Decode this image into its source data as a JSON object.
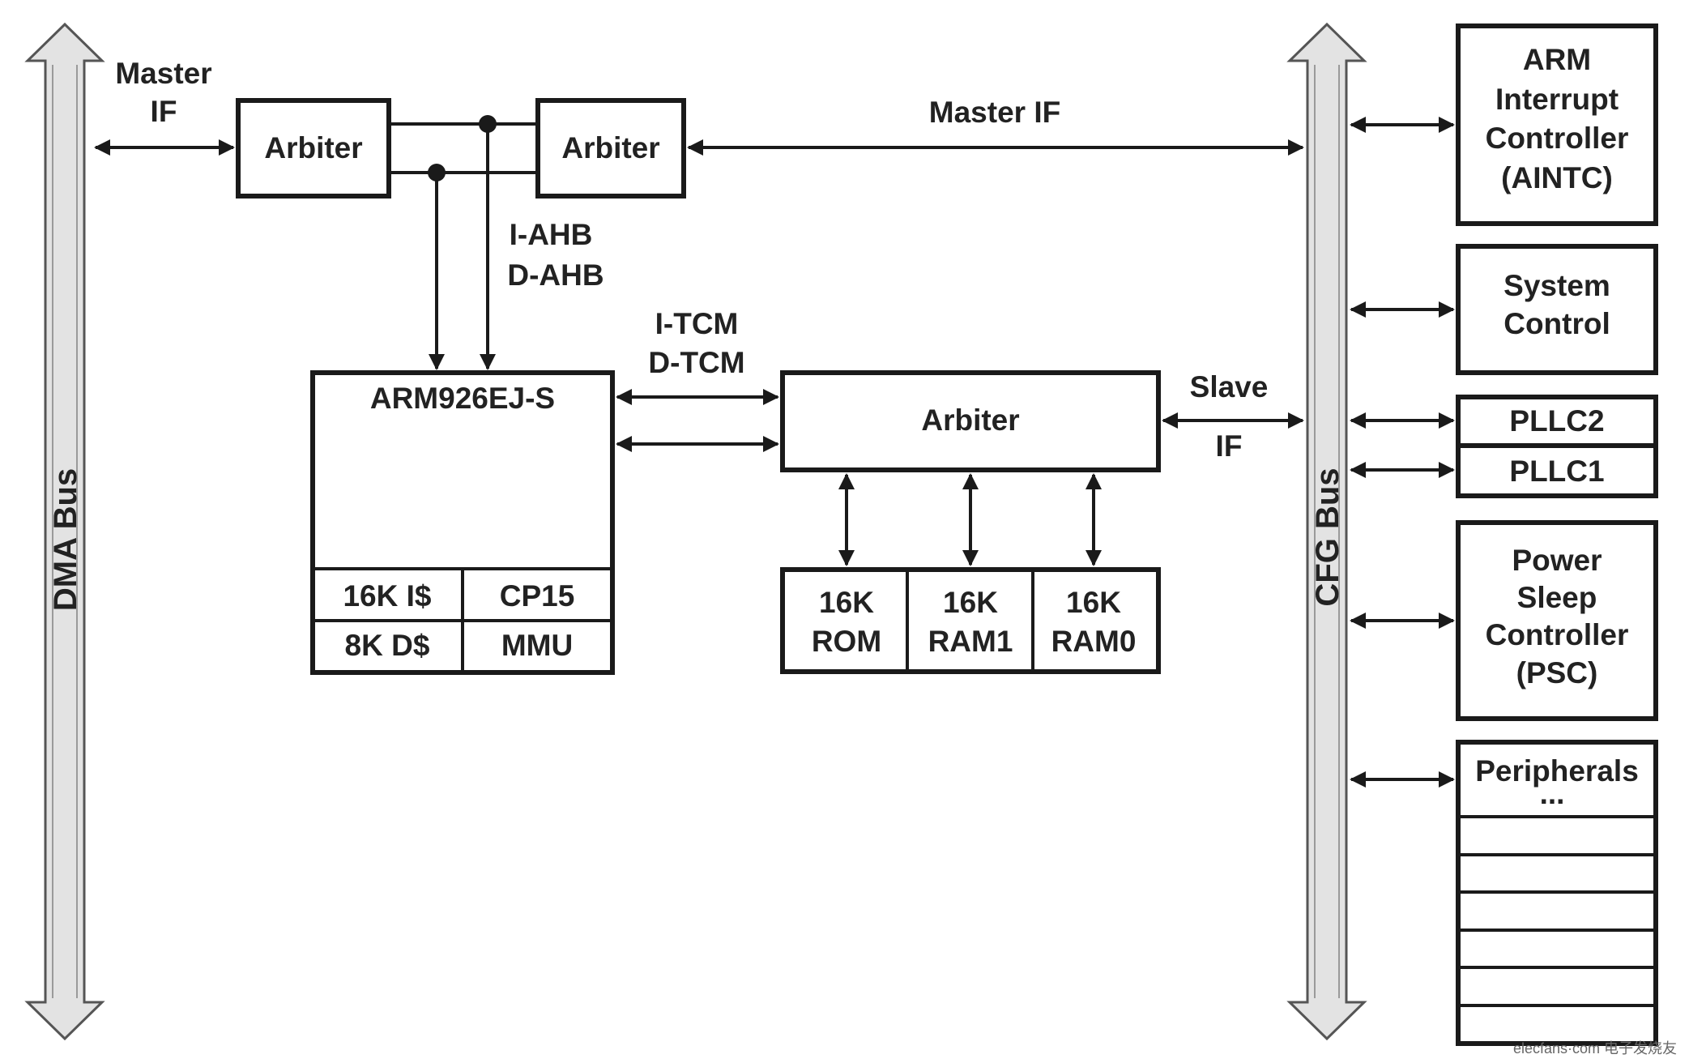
{
  "dma_bus": {
    "label": "DMA Bus"
  },
  "cfg_bus": {
    "label": "CFG Bus"
  },
  "labels": {
    "master_if_left": [
      "Master",
      "IF"
    ],
    "master_if_top": "Master IF",
    "ahb": [
      "I-AHB",
      "D-AHB"
    ],
    "tcm": [
      "I-TCM",
      "D-TCM"
    ],
    "slave_if": [
      "Slave",
      "IF"
    ]
  },
  "blocks": {
    "arbiter_left": "Arbiter",
    "arbiter_right": "Arbiter",
    "arbiter_center": "Arbiter",
    "cpu": {
      "title": "ARM926EJ-S",
      "cells": [
        "16K I$",
        "CP15",
        "8K D$",
        "MMU"
      ]
    },
    "memories": [
      [
        "16K",
        "ROM"
      ],
      [
        "16K",
        "RAM1"
      ],
      [
        "16K",
        "RAM0"
      ]
    ]
  },
  "peripherals": {
    "aintc": [
      "ARM",
      "Interrupt",
      "Controller",
      "(AINTC)"
    ],
    "system_control": [
      "System",
      "Control"
    ],
    "pllc2": "PLLC2",
    "pllc1": "PLLC1",
    "psc": [
      "Power",
      "Sleep",
      "Controller",
      "(PSC)"
    ],
    "list_title": "Peripherals",
    "list_more": "..."
  },
  "watermark": "elecfans·com 电子发烧友"
}
